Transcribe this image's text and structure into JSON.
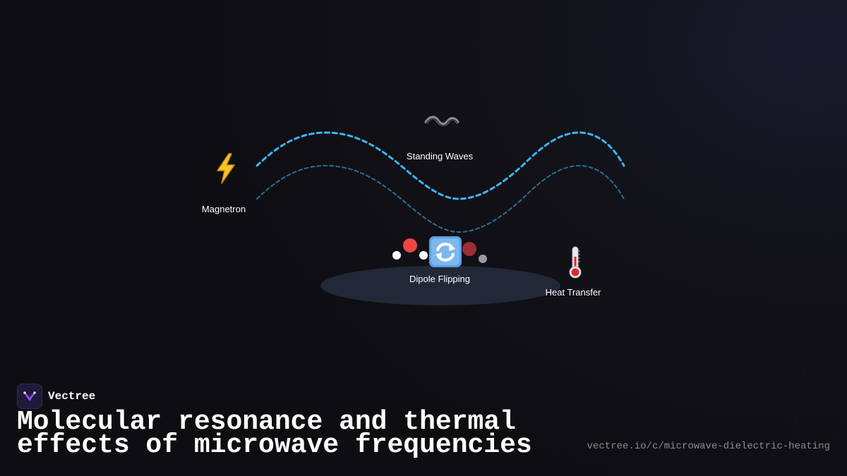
{
  "diagram": {
    "nodes": {
      "magnetron": {
        "icon": "lightning-bolt-icon",
        "label": "Magnetron"
      },
      "standing_waves": {
        "icon": "wavy-dash-icon",
        "label": "Standing Waves"
      },
      "dipole_flipping": {
        "icon": "rotating-arrows-icon",
        "label": "Dipole Flipping"
      },
      "heat_transfer": {
        "icon": "thermometer-icon",
        "label": "Heat Transfer"
      }
    },
    "colors": {
      "wave_primary": "#3db4f2",
      "wave_secondary": "#2a6f96",
      "dish": "#222837",
      "molecule_red": "#ef4444",
      "molecule_dark_red": "#9b2f35",
      "molecule_white": "#ffffff",
      "molecule_gray": "#9a9aa2"
    }
  },
  "brand": {
    "name": "Vectree",
    "logo_icon": "vectree-logo-icon"
  },
  "headline": "Molecular resonance and thermal effects of microwave frequencies",
  "url": "vectree.io/c/microwave-dielectric-heating"
}
